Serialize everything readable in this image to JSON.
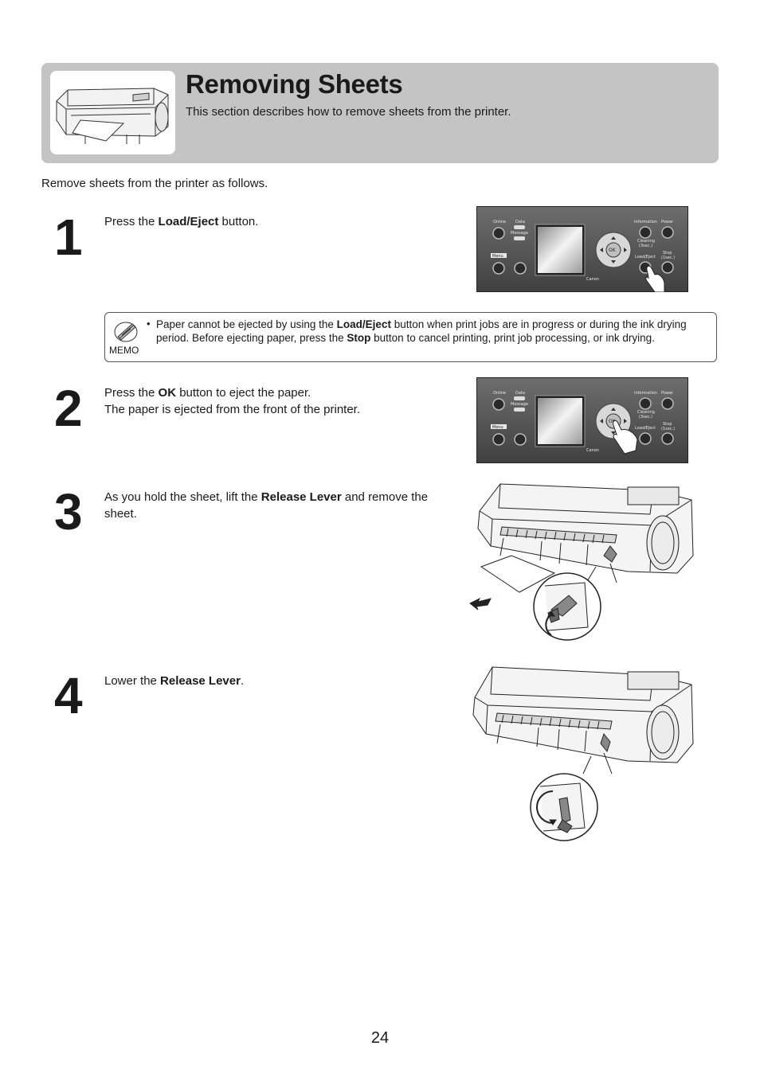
{
  "header": {
    "title": "Removing Sheets",
    "subtitle": "This section describes how to remove sheets from the printer.",
    "thumbnail_icon": "printer-with-sheet-icon"
  },
  "intro": "Remove sheets from the printer as follows.",
  "steps": [
    {
      "number": "1",
      "pre": "Press the ",
      "bold": "Load/Eject",
      "post": " button."
    },
    {
      "number": "2",
      "pre": "Press the ",
      "bold": "OK",
      "post": " button to eject the paper.",
      "line2": "The paper is ejected from the front of the printer."
    },
    {
      "number": "3",
      "pre": "As you hold the sheet, lift the ",
      "bold": "Release Lever",
      "post": " and remove the sheet."
    },
    {
      "number": "4",
      "pre": "Lower the ",
      "bold": "Release Lever",
      "post": "."
    }
  ],
  "memo": {
    "label": "MEMO",
    "bullet": "•",
    "t1": "Paper cannot be ejected by using the ",
    "b1": "Load/Eject",
    "t2": " button when print jobs are in progress or during the ink drying period. Before ejecting paper, press the ",
    "b2": "Stop",
    "t3": " button to cancel printing, print job processing, or ink drying."
  },
  "panel": {
    "online": "Online",
    "data": "Data",
    "message": "Message",
    "menu": "Menu",
    "information": "Information",
    "power": "Power",
    "cleaning": "Cleaning",
    "cleaning_sub": "(3sec.)",
    "load_eject": "Load/Eject",
    "stop": "Stop",
    "stop_sub": "(1sec.)",
    "ok": "OK",
    "brand": "Canon"
  },
  "page_number": "24",
  "colors": {
    "header_bg": "#c4c4c4",
    "panel_bg": "#5a5a5a",
    "text": "#1a1a1a"
  }
}
